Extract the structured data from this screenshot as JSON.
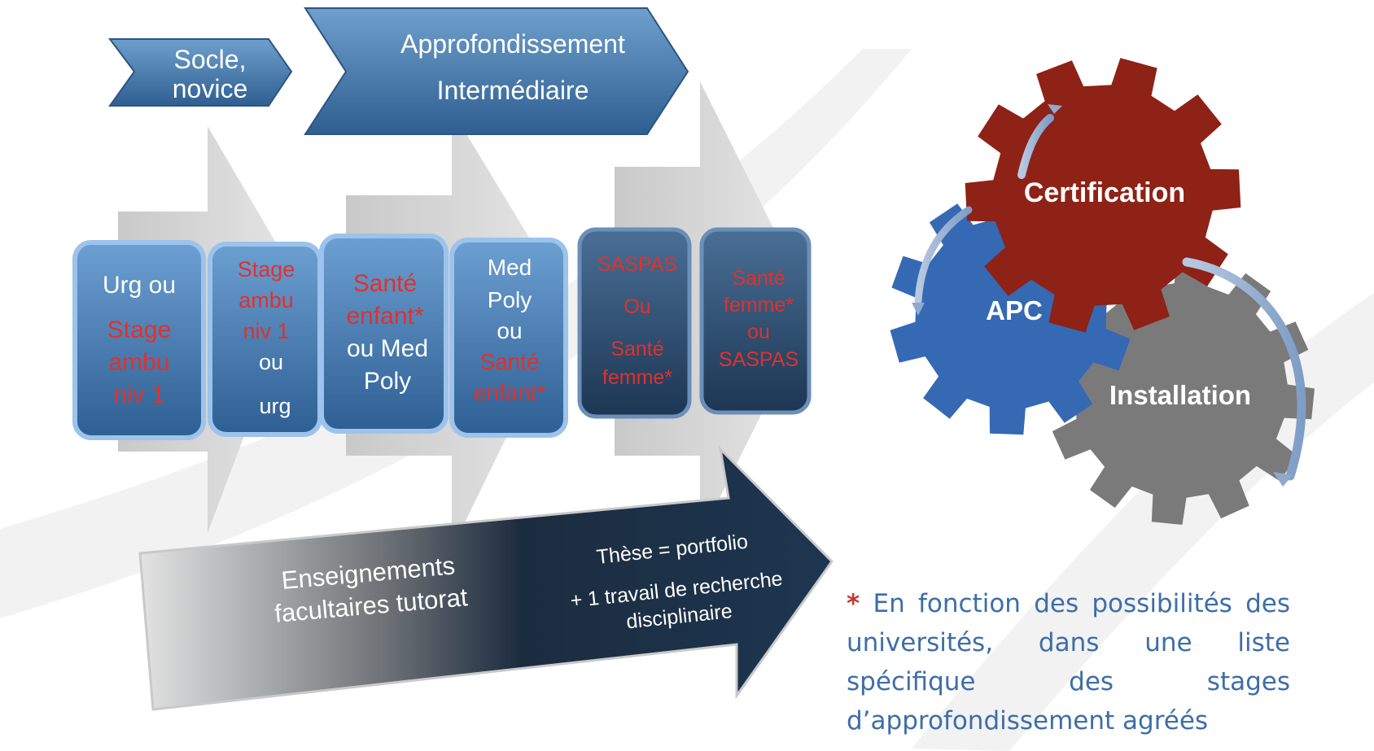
{
  "phases": {
    "socle": [
      "Socle,",
      "novice"
    ],
    "approfondissement": [
      "Approfondissement",
      "Intermédiaire"
    ]
  },
  "cards": [
    {
      "lines": [
        {
          "text": "Urg  ou",
          "color": "white"
        },
        {
          "text": "Stage",
          "color": "red"
        },
        {
          "text": "ambu",
          "color": "red"
        },
        {
          "text": "niv 1",
          "color": "red"
        }
      ]
    },
    {
      "lines": [
        {
          "text": "Stage",
          "color": "red"
        },
        {
          "text": "ambu",
          "color": "red"
        },
        {
          "text": "niv 1",
          "color": "red"
        },
        {
          "text": "ou",
          "color": "white"
        },
        {
          "text": "urg",
          "color": "white"
        }
      ]
    },
    {
      "lines": [
        {
          "text": "Santé",
          "color": "red"
        },
        {
          "text": "enfant*",
          "color": "red"
        },
        {
          "text": "ou Med",
          "color": "white"
        },
        {
          "text": "Poly",
          "color": "white"
        }
      ]
    },
    {
      "lines": [
        {
          "text": "Med",
          "color": "white"
        },
        {
          "text": "Poly",
          "color": "white"
        },
        {
          "text": "ou",
          "color": "white"
        },
        {
          "text": "Santé",
          "color": "red"
        },
        {
          "text": "enfant*",
          "color": "red"
        }
      ]
    },
    {
      "lines": [
        {
          "text": "SASPAS",
          "color": "red"
        },
        {
          "text": "Ou",
          "color": "red"
        },
        {
          "text": "Santé",
          "color": "red"
        },
        {
          "text": "femme*",
          "color": "red"
        }
      ]
    },
    {
      "lines": [
        {
          "text": "Santé",
          "color": "red"
        },
        {
          "text": "femme*",
          "color": "red"
        },
        {
          "text": "ou",
          "color": "red"
        },
        {
          "text": "SASPAS",
          "color": "red"
        }
      ]
    }
  ],
  "bottom_arrow": {
    "left": [
      "Enseignements",
      "facultaires tutorat"
    ],
    "right": [
      "Thèse = portfolio",
      "+ 1 travail de recherche",
      "disciplinaire"
    ]
  },
  "gears": {
    "certification": "Certification",
    "apc": "APC",
    "installation": "Installation"
  },
  "footnote": {
    "star": "*",
    "text": " En  fonction des possibilités des universités,  dans  une  liste spécifique  des  stages d’approfondissement agréés"
  },
  "colors": {
    "red_text": "#e0312c",
    "white_text": "#ffffff",
    "gear_certification": "#8e2216",
    "gear_apc": "#3569b4",
    "gear_installation": "#7a7a7a",
    "footnote_text": "#3d6ea8"
  }
}
